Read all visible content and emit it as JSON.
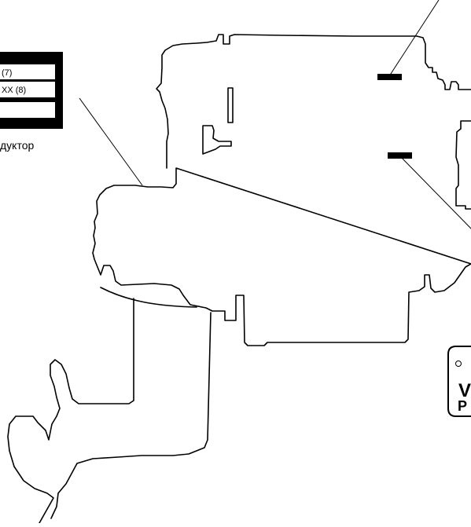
{
  "label_plate": {
    "row1": "(7)",
    "row2": "XX (8)",
    "row3": ""
  },
  "caption": "дуктор",
  "badge": {
    "letters_top": "V",
    "letters_bottom": "P"
  },
  "colors": {
    "line": "#000000",
    "background": "#ffffff"
  }
}
